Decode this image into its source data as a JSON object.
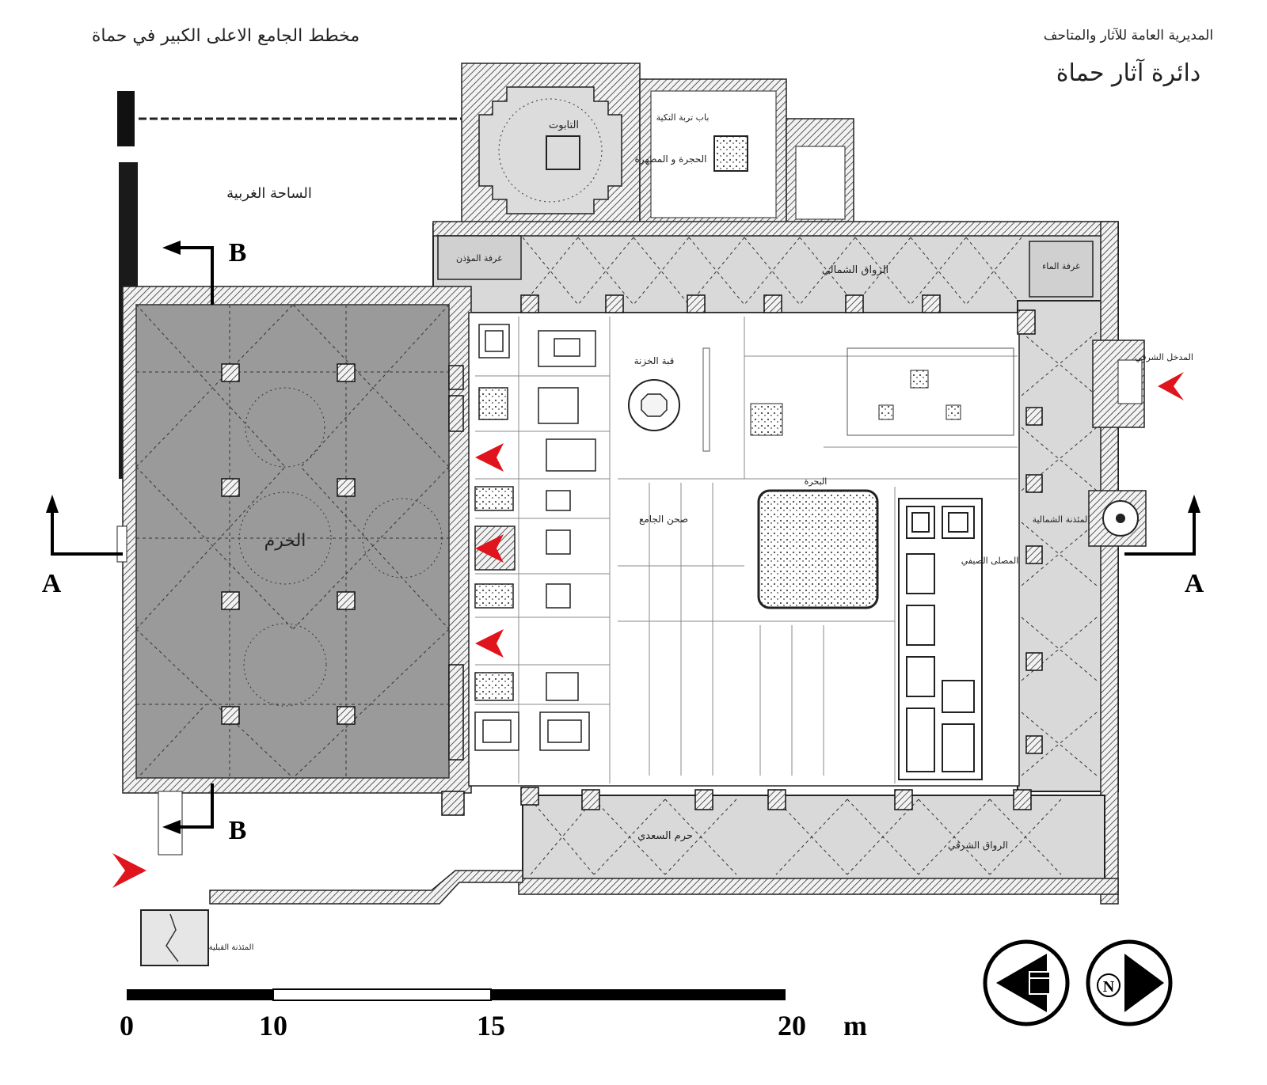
{
  "titles": {
    "plan_title": "مخطط الجامع الاعلى الكبير في حماة",
    "authority_line1": "المديرية العامة للآثار والمتاحف",
    "authority_line2": "دائرة آثار حماة"
  },
  "room_labels": {
    "tabut": "التابوت",
    "tomb_gate": "باب تربة التكية",
    "prayer_room": "الحجرة و المطهرة",
    "west_yard": "الساحة الغربية",
    "muezzin_room": "غرفة المؤذن",
    "north_riwaq": "الرواق الشمالي",
    "water_room": "غرفة الماء",
    "haram": "الحرم",
    "treasury_dome": "قبة الخزنة",
    "courtyard": "صحن الجامع",
    "pool": "البحرة",
    "summer_chapel": "المصلى الصيفي",
    "east_entrance": "المدخل الشرقي",
    "north_minaret": "المئذنة الشمالية",
    "saadi_haram": "حرم السعدي",
    "east_riwaq": "الرواق الشرقي",
    "south_minaret": "المئذنة القبلية"
  },
  "sections": {
    "A_left": "A",
    "A_right": "A",
    "B_top": "B",
    "B_bottom": "B"
  },
  "scale": {
    "ticks": [
      "0",
      "10",
      "15",
      "20"
    ],
    "unit": "m"
  },
  "orientation": {
    "north_letter": "N",
    "qibla_icon": "kaaba-icon"
  },
  "colors": {
    "haram_fill": "#9a9a9a",
    "riwaq_fill": "#d9d9d9",
    "marker_red": "#e0141c"
  }
}
